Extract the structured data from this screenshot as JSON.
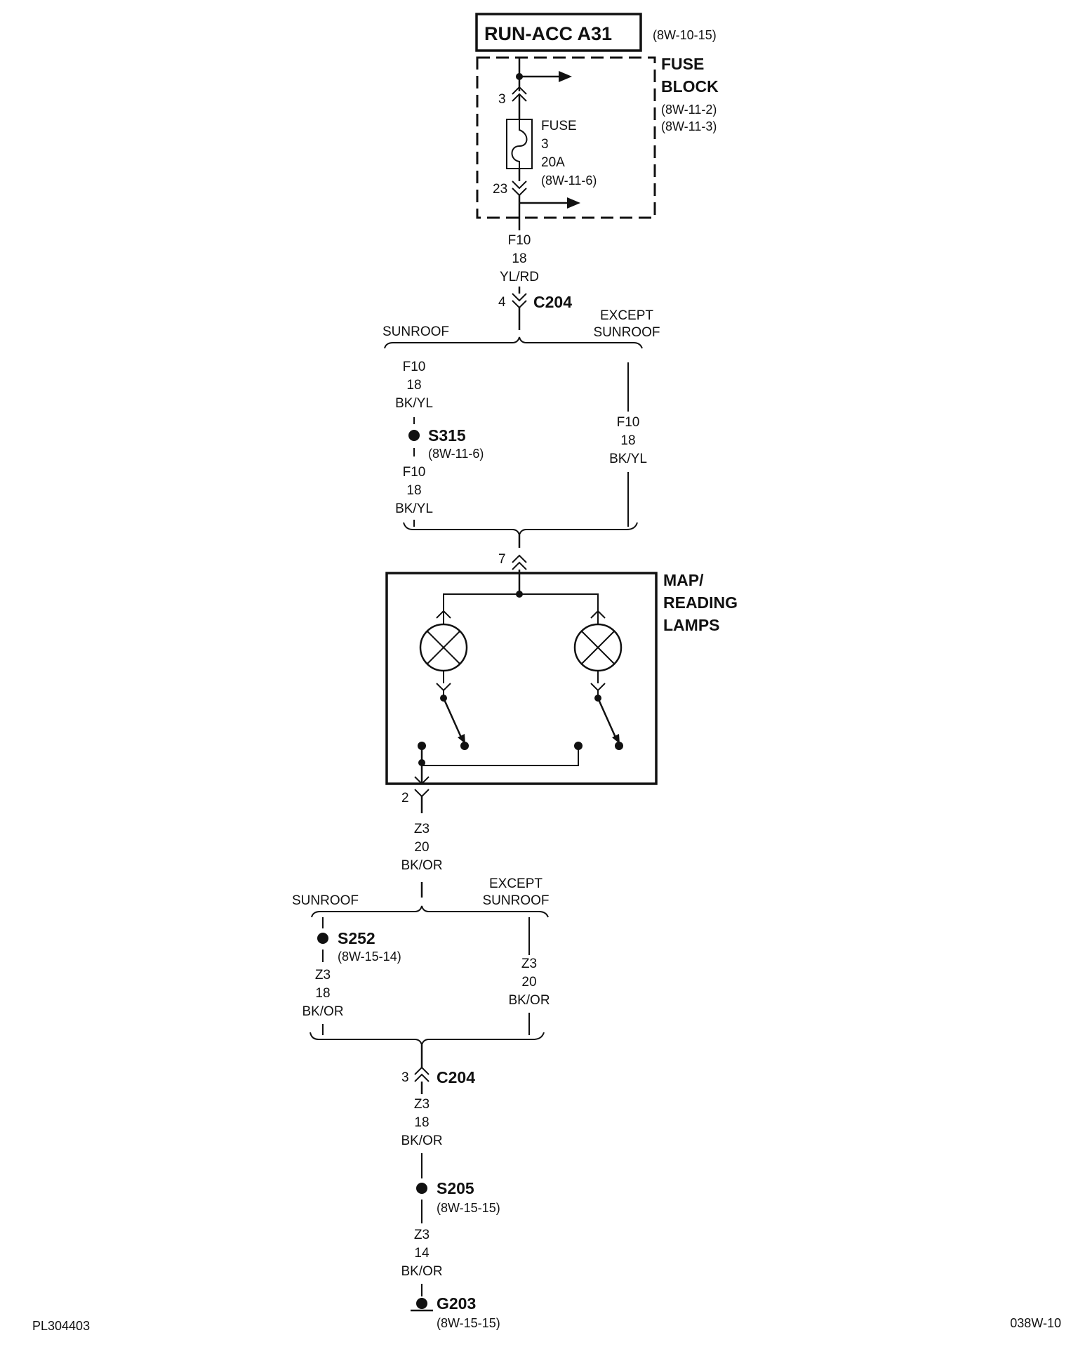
{
  "source": {
    "label": "RUN-ACC A31",
    "ref": "(8W-10-15)"
  },
  "fuse_block": {
    "title_line1": "FUSE",
    "title_line2": "BLOCK",
    "ref1": "(8W-11-2)",
    "ref2": "(8W-11-3)",
    "pin_in": "3",
    "pin_out": "23",
    "fuse_name": "FUSE",
    "fuse_number": "3",
    "fuse_rating": "20A",
    "fuse_ref": "(8W-11-6)"
  },
  "wire_f10_main": {
    "circuit": "F10",
    "gauge": "18",
    "color": "YL/RD"
  },
  "c204_top": {
    "pin": "4",
    "name": "C204"
  },
  "branch_top": {
    "left": "SUNROOF",
    "right_line1": "EXCEPT",
    "right_line2": "SUNROOF"
  },
  "f10_sunroof_upper": {
    "circuit": "F10",
    "gauge": "18",
    "color": "BK/YL"
  },
  "s315": {
    "name": "S315",
    "ref": "(8W-11-6)"
  },
  "f10_sunroof_lower": {
    "circuit": "F10",
    "gauge": "18",
    "color": "BK/YL"
  },
  "f10_except": {
    "circuit": "F10",
    "gauge": "18",
    "color": "BK/YL"
  },
  "lamps": {
    "pin_in": "7",
    "pin_out": "2",
    "title_line1": "MAP/",
    "title_line2": "READING",
    "title_line3": "LAMPS"
  },
  "z3_lamp_out": {
    "circuit": "Z3",
    "gauge": "20",
    "color": "BK/OR"
  },
  "branch_bottom": {
    "left": "SUNROOF",
    "right_line1": "EXCEPT",
    "right_line2": "SUNROOF"
  },
  "s252": {
    "name": "S252",
    "ref": "(8W-15-14)"
  },
  "z3_sunroof": {
    "circuit": "Z3",
    "gauge": "18",
    "color": "BK/OR"
  },
  "z3_except": {
    "circuit": "Z3",
    "gauge": "20",
    "color": "BK/OR"
  },
  "c204_bottom": {
    "pin": "3",
    "name": "C204"
  },
  "z3_after_c204": {
    "circuit": "Z3",
    "gauge": "18",
    "color": "BK/OR"
  },
  "s205": {
    "name": "S205",
    "ref": "(8W-15-15)"
  },
  "z3_ground": {
    "circuit": "Z3",
    "gauge": "14",
    "color": "BK/OR"
  },
  "ground": {
    "name": "G203",
    "ref": "(8W-15-15)"
  },
  "footer": {
    "left": "PL304403",
    "right": "038W-10"
  }
}
